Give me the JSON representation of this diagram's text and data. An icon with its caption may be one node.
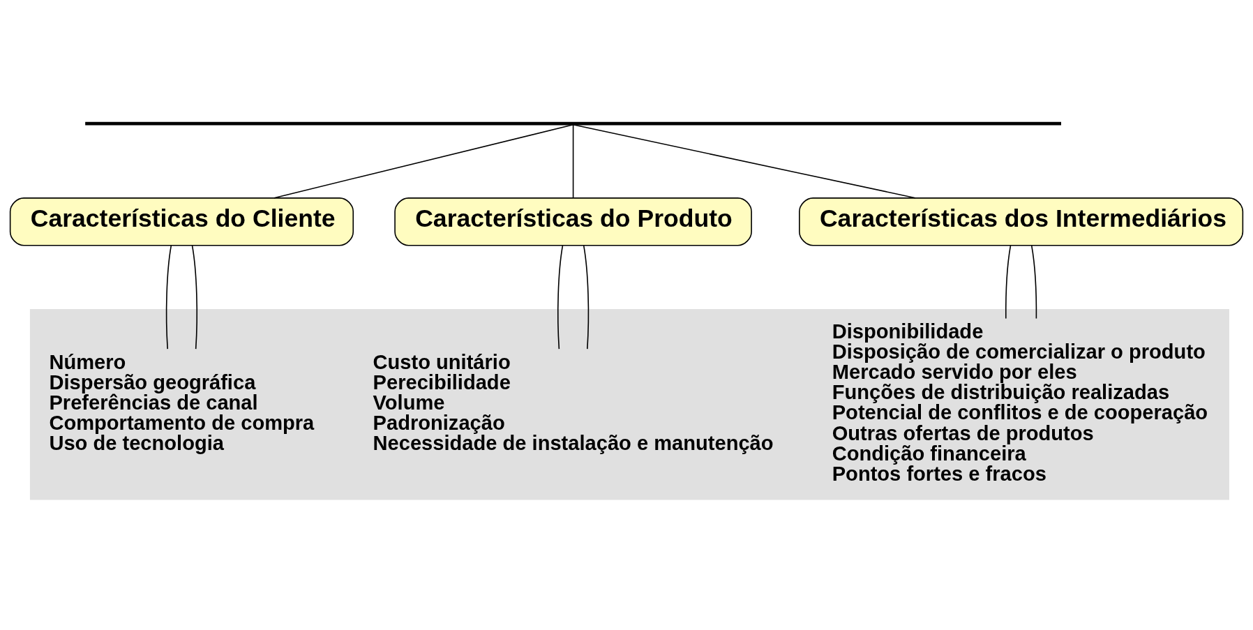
{
  "diagram": {
    "nodes": [
      {
        "text": [],
        "shape": "bar"
      },
      {
        "text": [],
        "shape": "band"
      },
      {
        "text": [
          "Características do Cliente"
        ]
      },
      {
        "text": [
          "Características do Produto"
        ]
      },
      {
        "text": [
          "Características dos Intermediários"
        ]
      },
      {
        "text": [
          "Número",
          "Dispersão geográfica",
          "Preferências de canal",
          "Comportamento de compra",
          "Uso de tecnologia"
        ],
        "in": 1
      },
      {
        "text": [
          "Custo unitário",
          "Perecibilidade",
          "Volume",
          "Padronização",
          "Necessidade de instalação e manutenção"
        ],
        "in": 1
      },
      {
        "text": [
          "Disponibilidade",
          "Disposição de comercializar o produto",
          "Mercado servido por eles",
          "Funções de distribuição realizadas",
          "Potencial de conflitos e de cooperação",
          "Outras ofertas de produtos",
          "Condição financeira",
          "Pontos fortes e fracos"
        ],
        "in": 1
      }
    ],
    "edges": [
      {
        "from": 0,
        "to": 2,
        "arrow": "none"
      },
      {
        "from": 0,
        "to": 3,
        "arrow": "none"
      },
      {
        "from": 0,
        "to": 4,
        "arrow": "none"
      },
      {
        "from": 2,
        "to": 5,
        "arrow": "none"
      },
      {
        "from": 2,
        "to": 5,
        "arrow": "none"
      },
      {
        "from": 3,
        "to": 6,
        "arrow": "none"
      },
      {
        "from": 3,
        "to": 6,
        "arrow": "none"
      },
      {
        "from": 4,
        "to": 7,
        "arrow": "none"
      },
      {
        "from": 4,
        "to": 7,
        "arrow": "none"
      }
    ]
  }
}
